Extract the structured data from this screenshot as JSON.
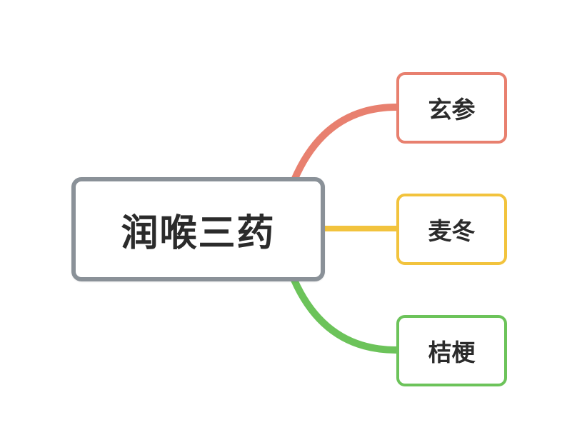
{
  "root": {
    "label": "润喉三药",
    "border_color": "#8a9198"
  },
  "branches": [
    {
      "label": "玄参",
      "color": "#e8806f"
    },
    {
      "label": "麦冬",
      "color": "#f2c33d"
    },
    {
      "label": "桔梗",
      "color": "#6cc35a"
    }
  ]
}
